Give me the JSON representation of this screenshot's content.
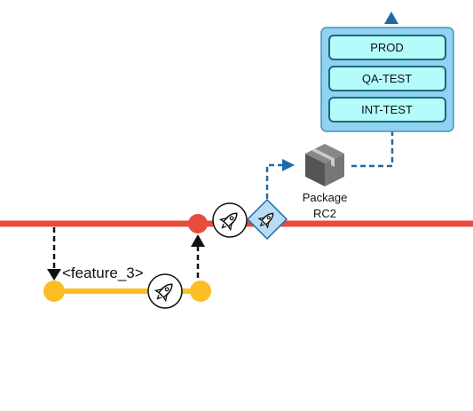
{
  "environments": {
    "items": [
      {
        "label": "PROD"
      },
      {
        "label": "QA-TEST"
      },
      {
        "label": "INT-TEST"
      }
    ]
  },
  "package": {
    "line1": "Package",
    "line2": "RC2",
    "icon": "package-box-icon"
  },
  "branch": {
    "label": "<feature_3>"
  },
  "icons": {
    "deploy": "rocket-icon"
  },
  "colors": {
    "main_line": "#e84c3d",
    "feature_line": "#fbbf24",
    "env_container": "#8fd3f0",
    "env_box": "#b4fbfb",
    "env_border": "#1e6a7a",
    "deploy_arrow": "#1f6aa5",
    "package": "#666666"
  }
}
